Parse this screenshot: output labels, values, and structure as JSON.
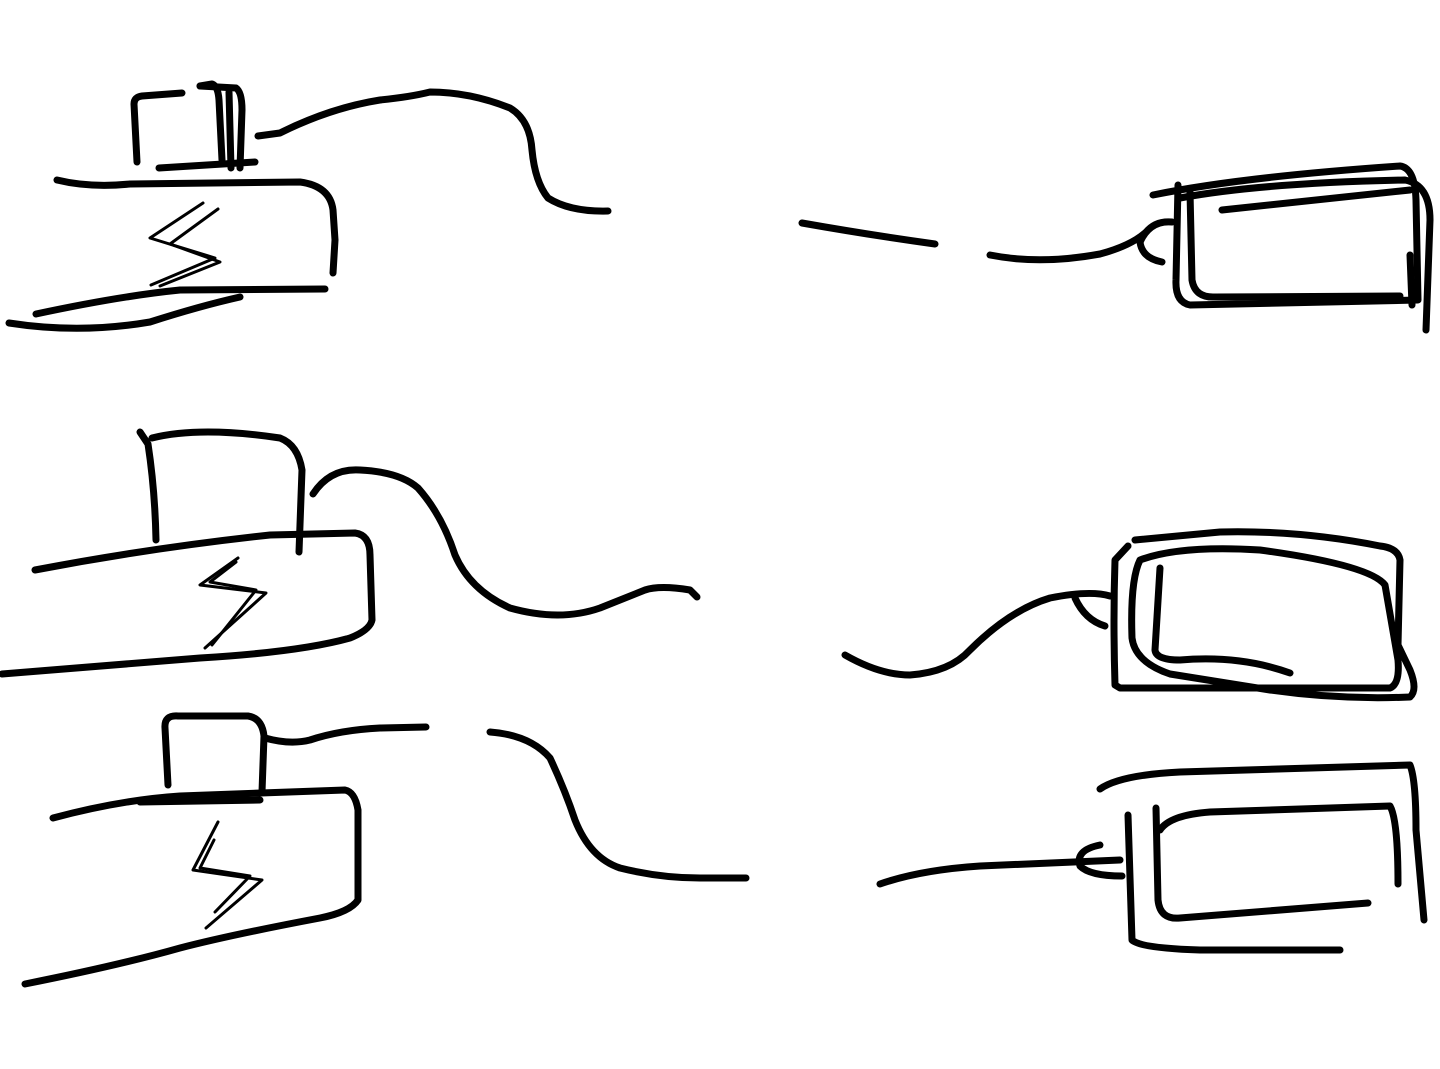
{
  "sketch": {
    "background": "#ffffff",
    "ink_color": "#000000",
    "rows": [
      {
        "source_icon": "charger-with-lightning-bolt-icon",
        "cable": "broken-cable",
        "target_icon": "battery-icon"
      },
      {
        "source_icon": "charger-with-lightning-bolt-icon",
        "cable": "broken-cable",
        "target_icon": "battery-icon"
      },
      {
        "source_icon": "charger-with-lightning-bolt-icon",
        "cable": "broken-cable",
        "target_icon": "battery-icon"
      }
    ]
  }
}
